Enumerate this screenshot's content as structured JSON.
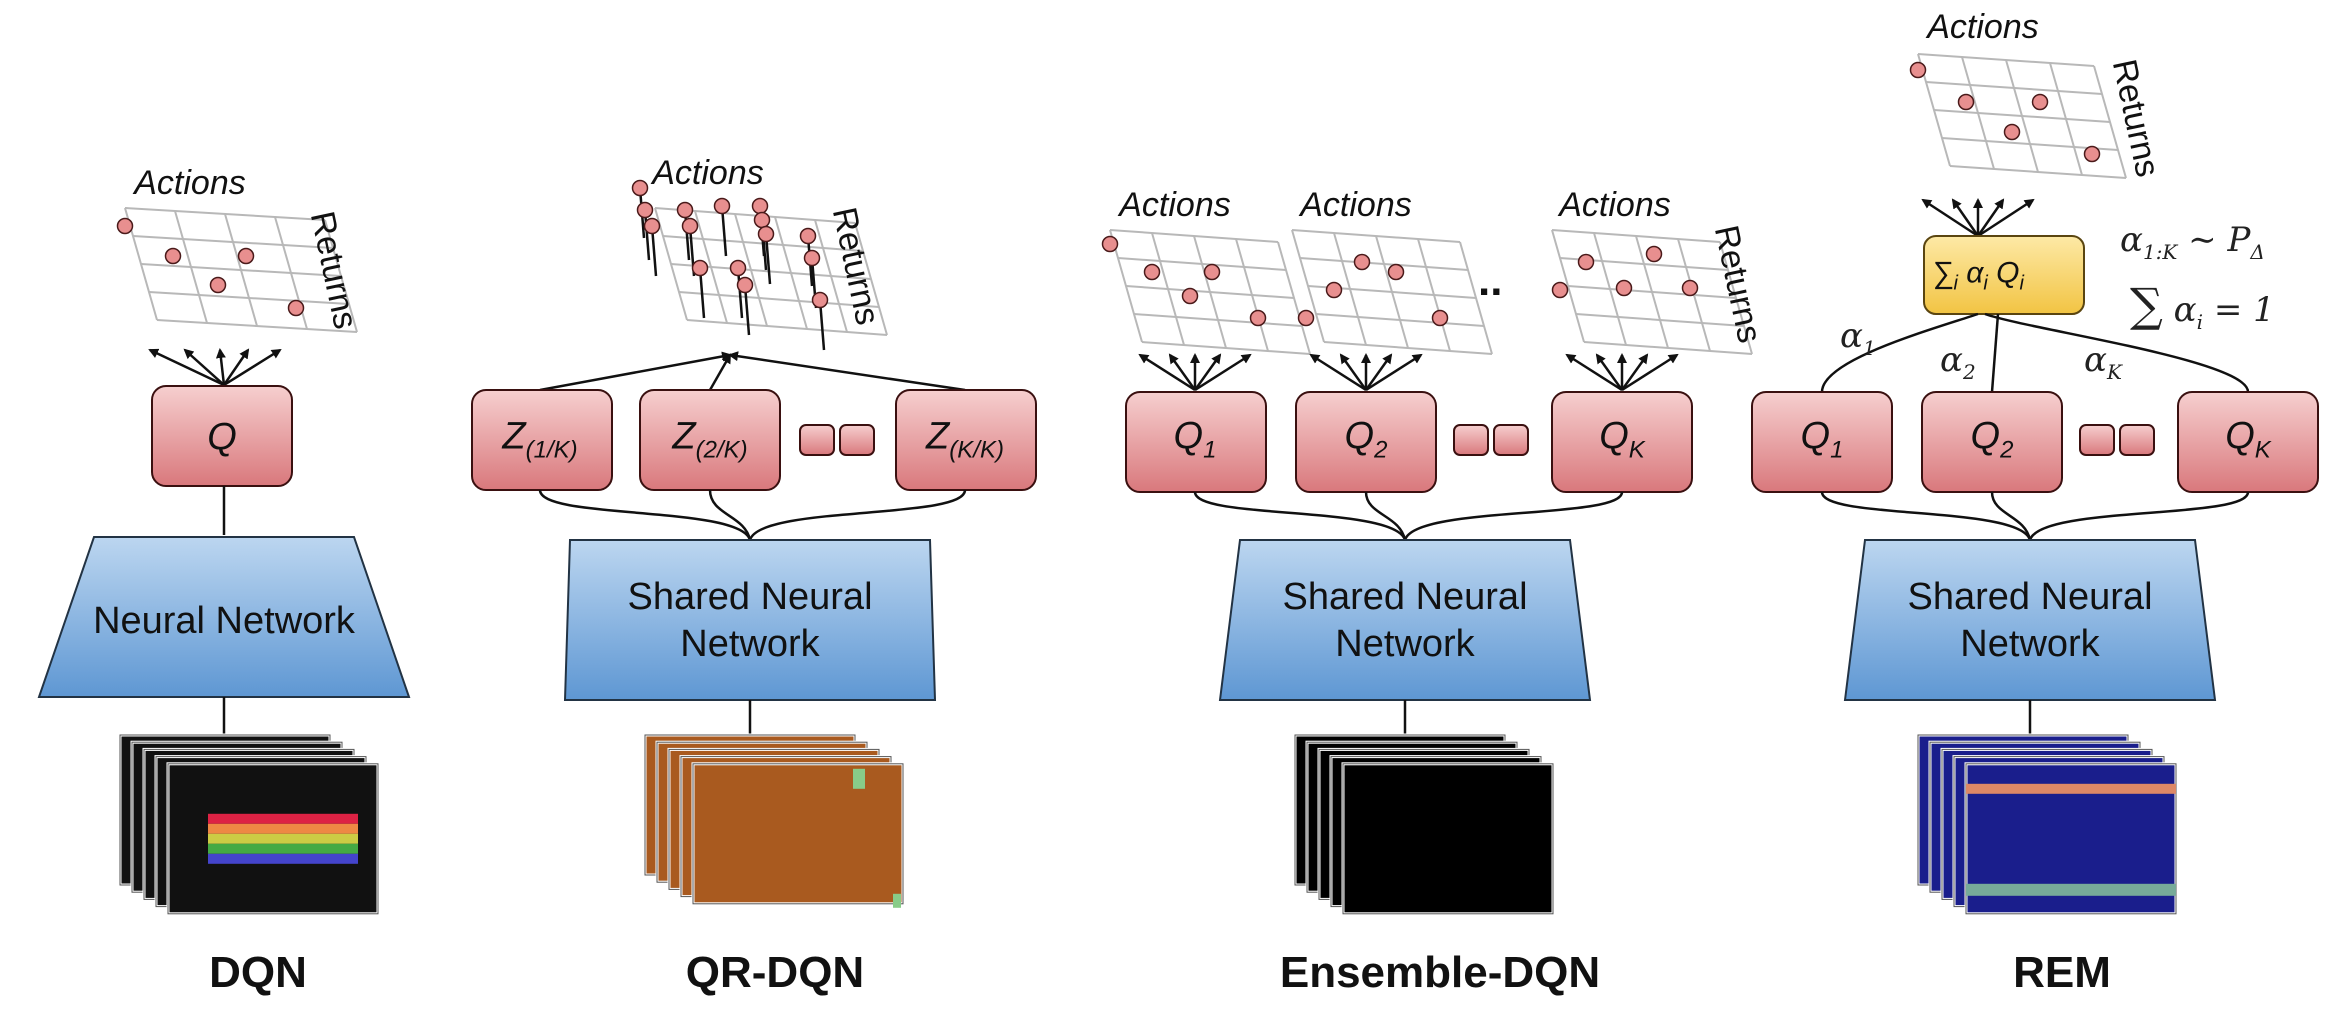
{
  "panels": [
    {
      "title": "DQN",
      "network": "Neural Network",
      "heads": [
        "Q"
      ],
      "actions": "Actions",
      "returns": "Returns"
    },
    {
      "title": "QR-DQN",
      "network": "Shared Neural\nNetwork",
      "heads": [
        "Z(1/K)",
        "Z(2/K)",
        "Z(K/K)"
      ],
      "actions": "Actions",
      "returns": "Returns"
    },
    {
      "title": "Ensemble-DQN",
      "network": "Shared Neural\nNetwork",
      "heads": [
        "Q1",
        "Q2",
        "QK"
      ],
      "actions": [
        "Actions",
        "Actions",
        "Actions"
      ],
      "returns": "Returns",
      "dots": ".."
    },
    {
      "title": "REM",
      "network": "Shared Neural\nNetwork",
      "heads": [
        "Q1",
        "Q2",
        "QK"
      ],
      "actions": "Actions",
      "returns": "Returns",
      "mixer": "∑i αi Qi",
      "weights": [
        "α1",
        "α2",
        "αK"
      ],
      "formula_1": "α1:K ∼ PΔ",
      "formula_2": "∑ αi = 1"
    }
  ],
  "colors": {
    "head_fill_top": "#f6cfcf",
    "head_fill_bottom": "#d9787c",
    "head_stroke": "#3a1010",
    "net_fill_top": "#bcd6f0",
    "net_fill_bottom": "#5e97d3",
    "net_stroke": "#223344",
    "mixer_fill_top": "#fde9a6",
    "mixer_fill_bottom": "#f2c443",
    "dot_fill": "#e88f8f",
    "grid_stroke": "#b8b8b8"
  }
}
